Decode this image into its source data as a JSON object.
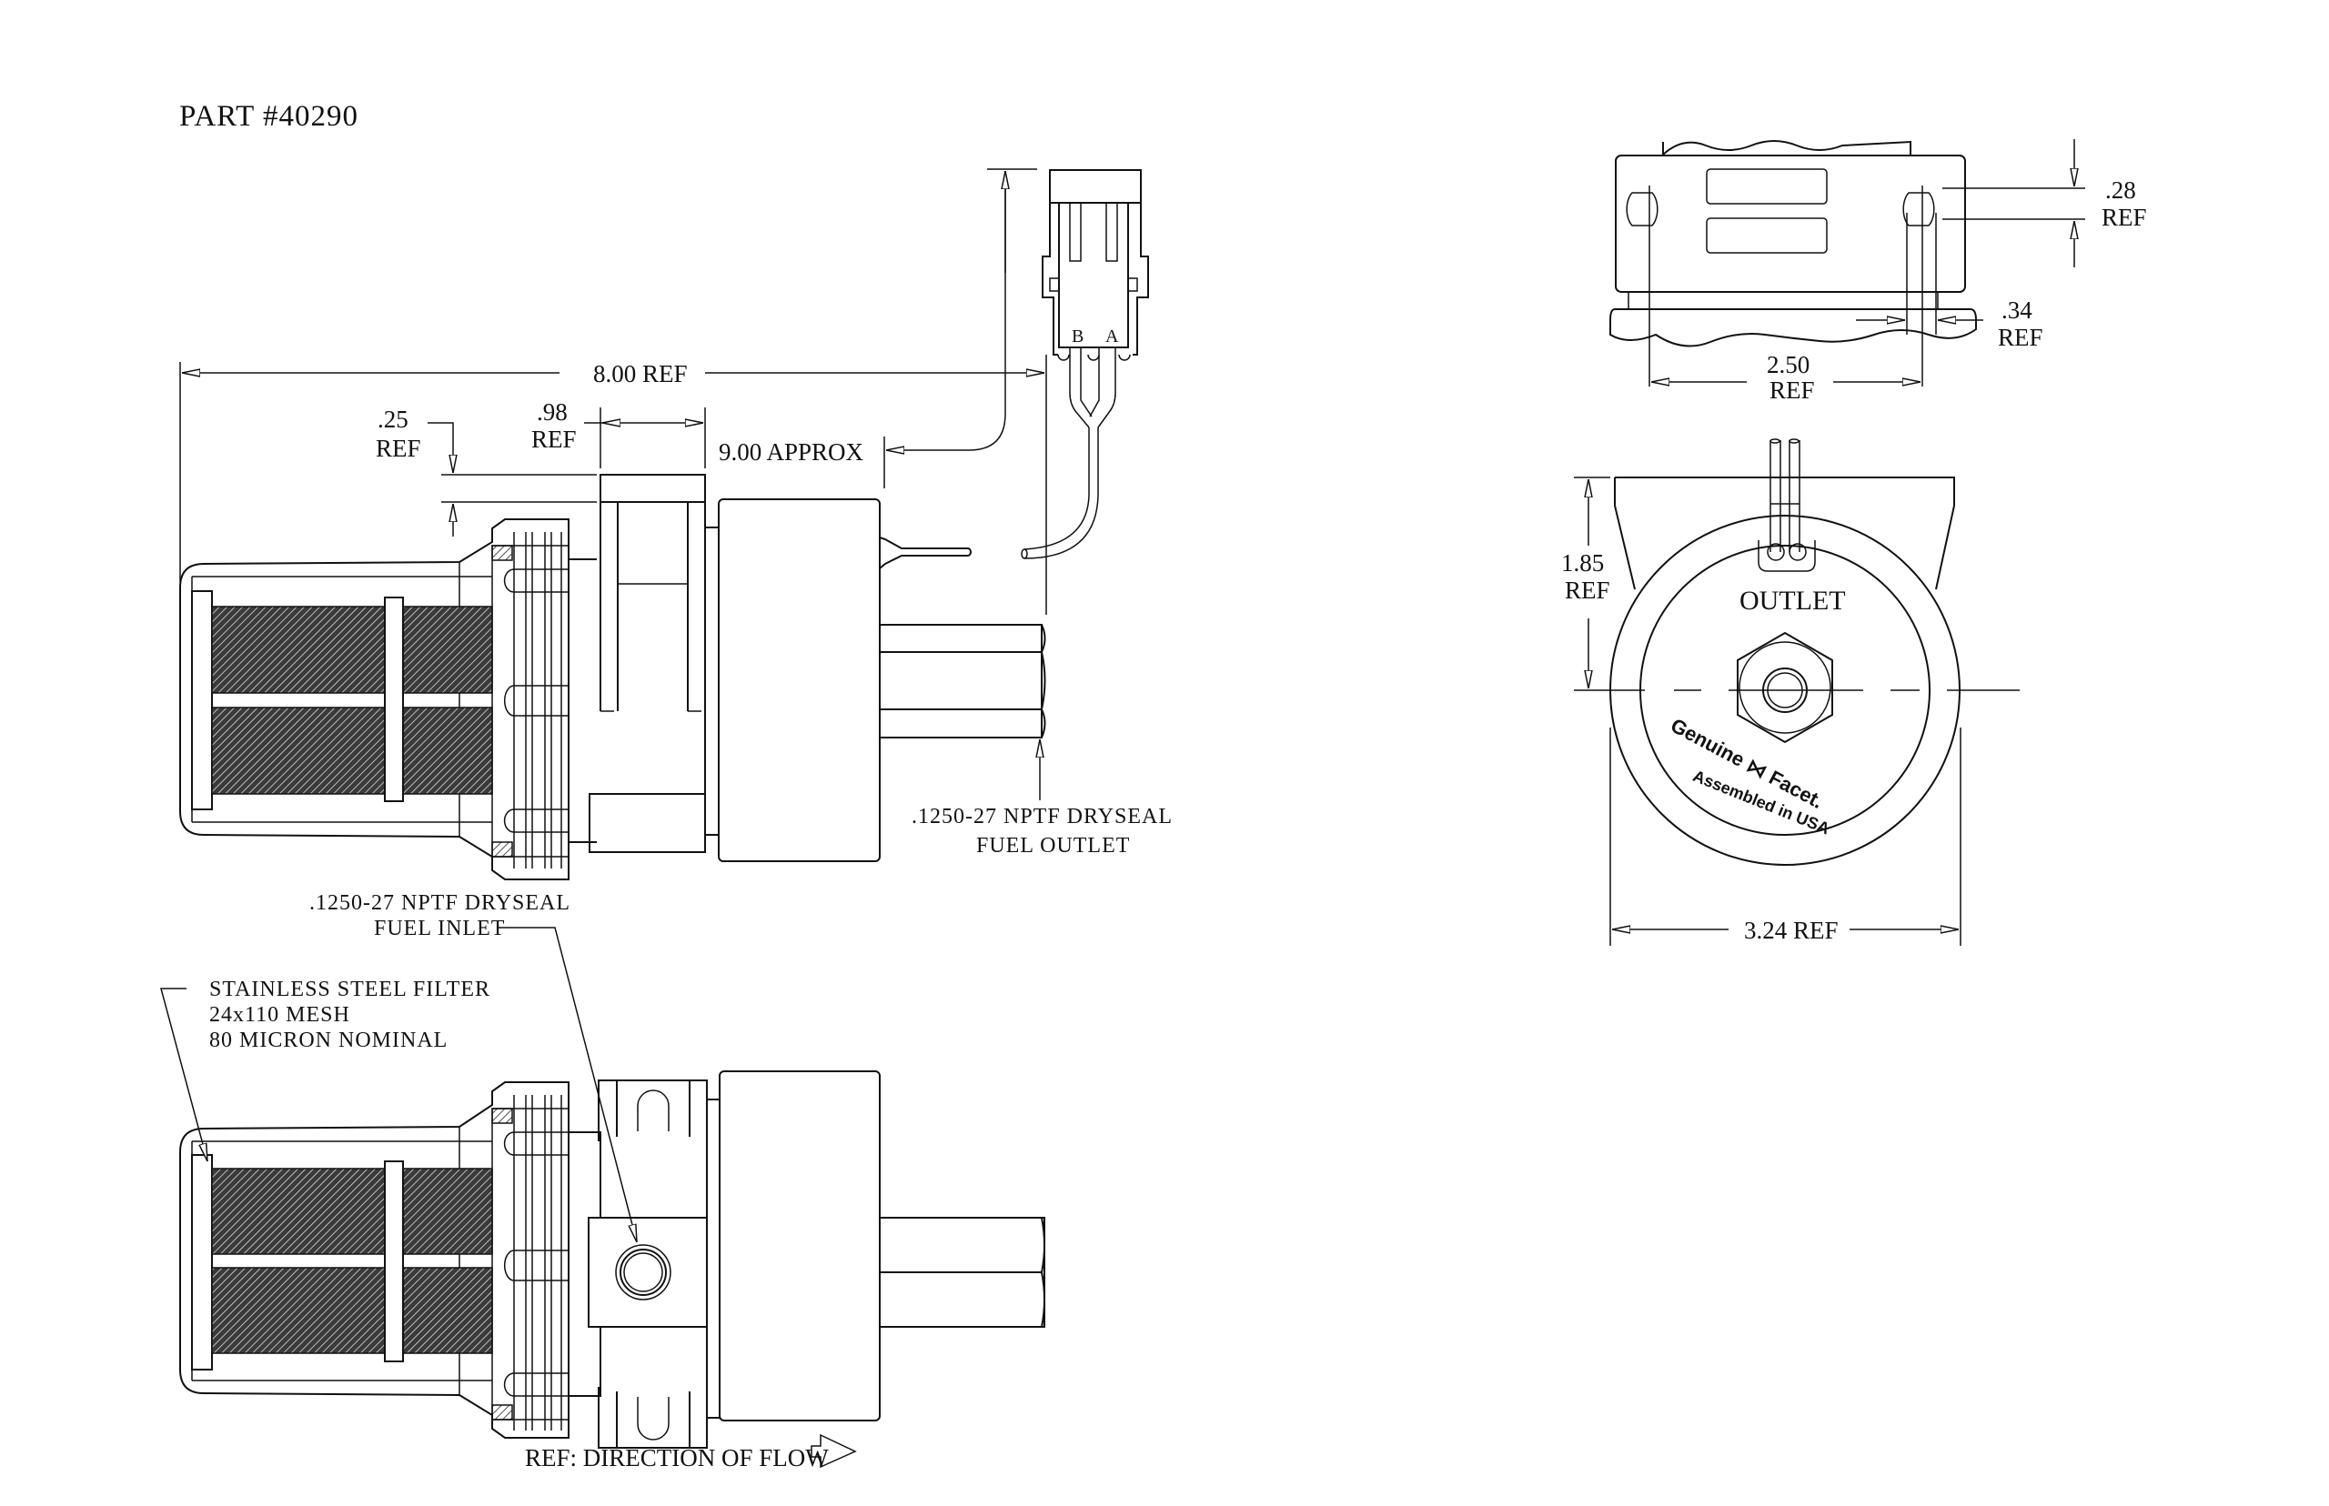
{
  "title": "PART #40290",
  "top_view": {
    "dims": {
      "overall_length": "8.00 REF",
      "offset_value": ".25",
      "offset_ref": "REF",
      "block_value": ".98",
      "block_ref": "REF",
      "lead_length": "9.00 APPROX"
    },
    "connector_pins": [
      "B",
      "A"
    ],
    "outlet_note": [
      ".1250-27 NPTF DRYSEAL",
      "FUEL OUTLET"
    ]
  },
  "bottom_view": {
    "inlet_note": [
      ".1250-27 NPTF DRYSEAL",
      "FUEL INLET"
    ],
    "filter_note": [
      "STAINLESS STEEL FILTER",
      "24x110 MESH",
      "80 MICRON NOMINAL"
    ],
    "flow_label": "REF:  DIRECTION OF FLOW"
  },
  "mount_view": {
    "slot_height_value": ".28",
    "slot_height_ref": "REF",
    "slot_width_value": ".34",
    "slot_width_ref": "REF",
    "hole_spacing_value": "2.50",
    "hole_spacing_ref": "REF"
  },
  "end_view": {
    "outlet_label": "OUTLET",
    "center_height_value": "1.85",
    "center_height_ref": "REF",
    "overall_width": "3.24 REF",
    "brand_line1": "Genuine ⋈ Facet.",
    "brand_line2": "Assembled in USA"
  },
  "colors": {
    "line": "#111111",
    "background": "#ffffff",
    "mesh": "#555555"
  }
}
